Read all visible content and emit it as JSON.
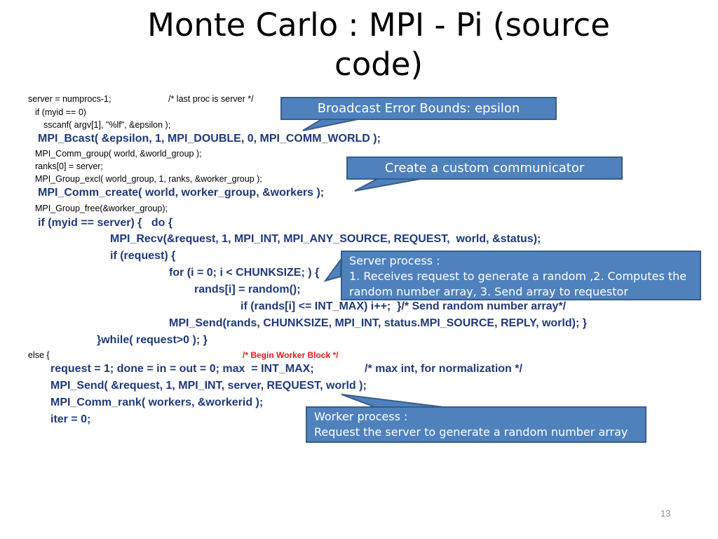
{
  "slide": {
    "title_line1": "Monte Carlo : MPI - Pi (source",
    "title_line2": "code)",
    "page_number": "13"
  },
  "code": {
    "l1a": "server = numprocs-1;",
    "l1b": "/* last proc is server */",
    "l2": "if (myid == 0)",
    "l3": "sscanf( argv[1], \"%lf\", &epsilon );",
    "l4": "MPI_Bcast( &epsilon, 1, MPI_DOUBLE, 0, MPI_COMM_WORLD );",
    "l5": "MPI_Comm_group( world, &world_group );",
    "l6": "ranks[0] = server;",
    "l7": "MPI_Group_excl( world_group, 1, ranks, &worker_group );",
    "l8": "MPI_Comm_create( world, worker_group, &workers );",
    "l9": "MPI_Group_free(&worker_group);",
    "l10": "if (myid == server) {   do {",
    "l11": "MPI_Recv(&request, 1, MPI_INT, MPI_ANY_SOURCE, REQUEST,  world, &status);",
    "l12": "if (request) {",
    "l13": "for (i = 0; i < CHUNKSIZE; ) {",
    "l14": "rands[i] = random();",
    "l15": "if (rands[i] <= INT_MAX) i++;  }/* Send random number array*/",
    "l16": "MPI_Send(rands, CHUNKSIZE, MPI_INT, status.MPI_SOURCE, REPLY, world); }",
    "l17": "}while( request>0 ); }",
    "l18a": "else {",
    "l18b": "/* Begin Worker Block */",
    "l19a": "request = 1; done = in = out = 0; max  = INT_MAX;",
    "l19b": "/* max int, for normalization */",
    "l20": "MPI_Send( &request, 1, MPI_INT, server, REQUEST, world );",
    "l21": "MPI_Comm_rank( workers, &workerid );",
    "l22": "iter = 0;"
  },
  "callouts": {
    "broadcast": "Broadcast Error Bounds: epsilon",
    "communicator": "Create a custom communicator",
    "server_line1": "Server process :",
    "server_line2": "1. Receives request to generate a random ,2. Computes the",
    "server_line3": "random number array, 3. Send array to requestor",
    "worker_line1": "Worker process :",
    "worker_line2": "Request the server to generate a random number array"
  },
  "colors": {
    "code_bold": "#1f3a7a",
    "comment_red": "#e31b1b",
    "callout_fill": "#4f81bd",
    "callout_border": "#385d8a"
  }
}
